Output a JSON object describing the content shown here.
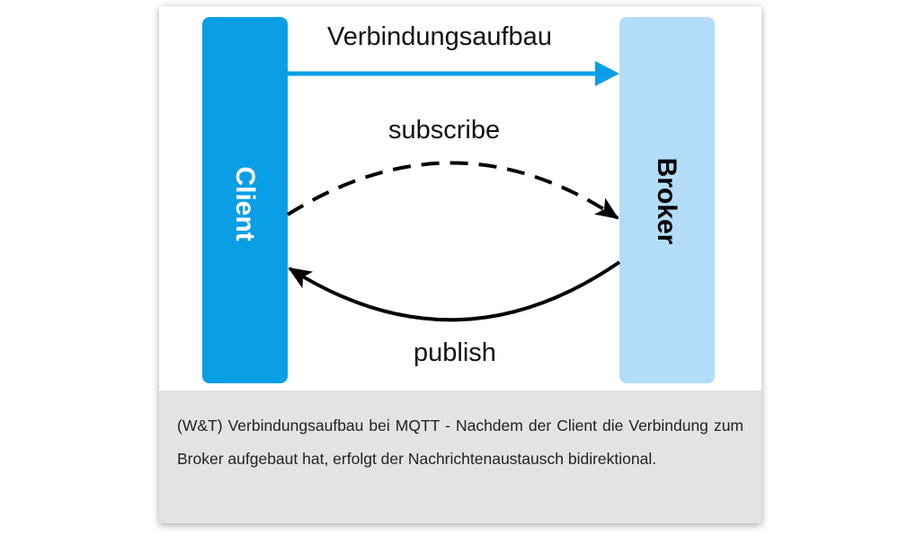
{
  "diagram": {
    "client_label": "Client",
    "broker_label": "Broker",
    "connect_label": "Verbindungsaufbau",
    "subscribe_label": "subscribe",
    "publish_label": "publish"
  },
  "caption": {
    "text": "(W&T) Verbindungsaufbau bei MQTT - Nachdem der Client die Verbindung zum Broker aufgebaut hat, erfolgt der Nachrichtenaustausch bidirektional."
  },
  "colors": {
    "client": "#0a9ee6",
    "broker": "#b3dcf8",
    "connect_arrow": "#0a9ee6",
    "flow_arrows": "#000000",
    "caption_background": "#e3e3e3"
  }
}
